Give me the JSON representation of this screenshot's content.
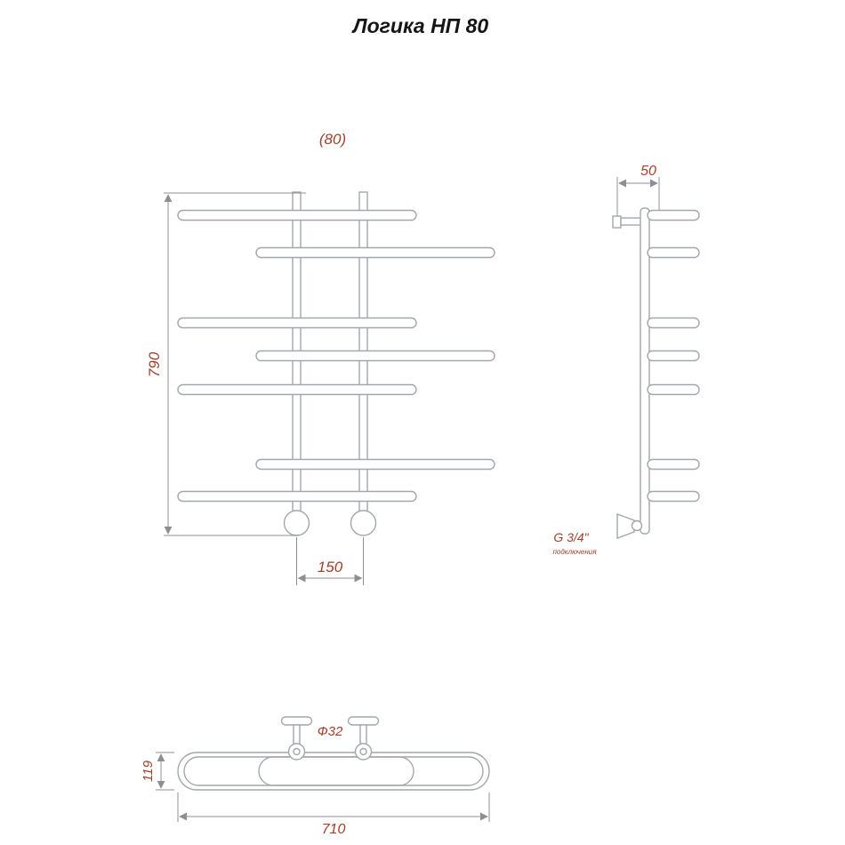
{
  "title": "Логика НП 80",
  "colors": {
    "drawing_line": "#a3a7ab",
    "dimension_line": "#8c9094",
    "dimension_text": "#a2402a"
  },
  "front_view": {
    "width_label": "(80)",
    "height_label": "790",
    "spacing_label": "150"
  },
  "side_view": {
    "depth_label": "50",
    "thread_label": "G 3/4\"",
    "thread_sublabel": "подключения"
  },
  "top_view": {
    "diameter_label": "Ф32",
    "depth_label": "119",
    "width_label": "710"
  }
}
